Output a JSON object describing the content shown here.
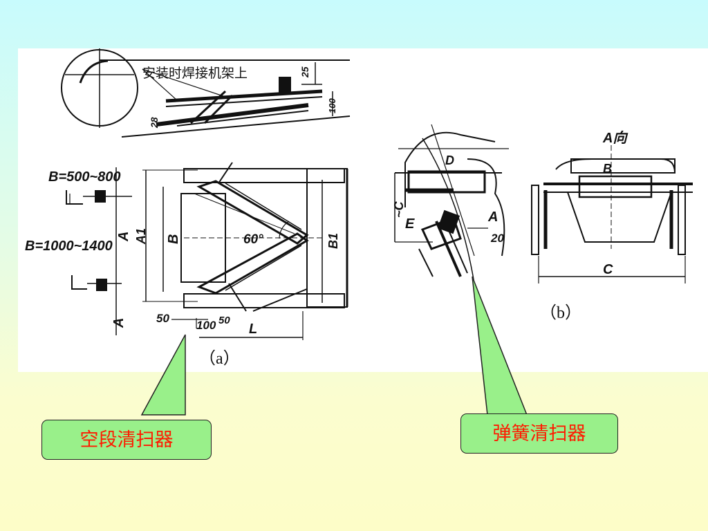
{
  "figure": {
    "note": "安装时焊接机架上",
    "dims_top": [
      "25",
      "100",
      "28"
    ],
    "range_small": "B=500~800",
    "range_large": "B=1000~1400",
    "labels_a": [
      "A",
      "A1",
      "B",
      "60°",
      "B1",
      "A",
      "50",
      "100",
      "50",
      "L"
    ],
    "caption_a": "（a）",
    "labels_b_left": [
      "D",
      "~C",
      "E",
      "A",
      "20"
    ],
    "view_title": "A向",
    "labels_b_right": [
      "B",
      "C"
    ],
    "caption_b": "（b）"
  },
  "callouts": {
    "left": "空段清扫器",
    "right": "弹簧清扫器"
  }
}
